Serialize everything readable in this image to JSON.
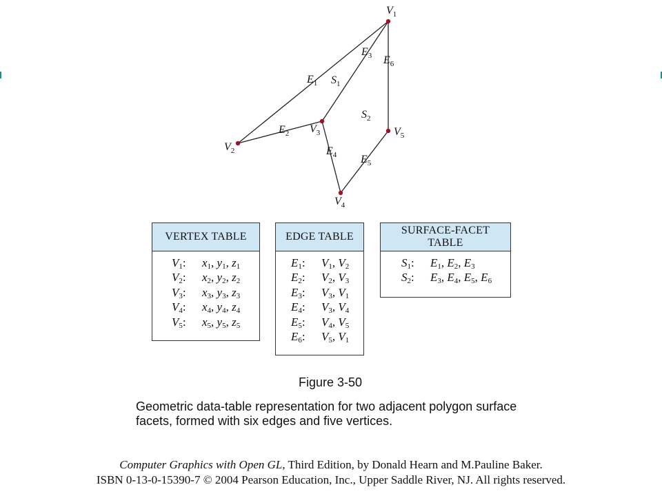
{
  "diagram": {
    "vertices": [
      {
        "letter": "V",
        "sub": "1"
      },
      {
        "letter": "V",
        "sub": "2"
      },
      {
        "letter": "V",
        "sub": "3"
      },
      {
        "letter": "V",
        "sub": "4"
      },
      {
        "letter": "V",
        "sub": "5"
      }
    ],
    "edges": [
      {
        "letter": "E",
        "sub": "1"
      },
      {
        "letter": "E",
        "sub": "2"
      },
      {
        "letter": "E",
        "sub": "3"
      },
      {
        "letter": "E",
        "sub": "4"
      },
      {
        "letter": "E",
        "sub": "5"
      },
      {
        "letter": "E",
        "sub": "6"
      }
    ],
    "surfaces": [
      {
        "letter": "S",
        "sub": "1"
      },
      {
        "letter": "S",
        "sub": "2"
      }
    ],
    "point_color": "#a0102a",
    "line_color": "#222222"
  },
  "vertex_table": {
    "title": "VERTEX TABLE",
    "rows": [
      {
        "k": "V",
        "ks": "1",
        "v": [
          [
            "x",
            "1"
          ],
          [
            "y",
            "1"
          ],
          [
            "z",
            "1"
          ]
        ]
      },
      {
        "k": "V",
        "ks": "2",
        "v": [
          [
            "x",
            "2"
          ],
          [
            "y",
            "2"
          ],
          [
            "z",
            "2"
          ]
        ]
      },
      {
        "k": "V",
        "ks": "3",
        "v": [
          [
            "x",
            "3"
          ],
          [
            "y",
            "3"
          ],
          [
            "z",
            "3"
          ]
        ]
      },
      {
        "k": "V",
        "ks": "4",
        "v": [
          [
            "x",
            "4"
          ],
          [
            "y",
            "4"
          ],
          [
            "z",
            "4"
          ]
        ]
      },
      {
        "k": "V",
        "ks": "5",
        "v": [
          [
            "x",
            "5"
          ],
          [
            "y",
            "5"
          ],
          [
            "z",
            "5"
          ]
        ]
      }
    ]
  },
  "edge_table": {
    "title": "EDGE TABLE",
    "rows": [
      {
        "k": "E",
        "ks": "1",
        "v": [
          [
            "V",
            "1"
          ],
          [
            "V",
            "2"
          ]
        ]
      },
      {
        "k": "E",
        "ks": "2",
        "v": [
          [
            "V",
            "2"
          ],
          [
            "V",
            "3"
          ]
        ]
      },
      {
        "k": "E",
        "ks": "3",
        "v": [
          [
            "V",
            "3"
          ],
          [
            "V",
            "1"
          ]
        ]
      },
      {
        "k": "E",
        "ks": "4",
        "v": [
          [
            "V",
            "3"
          ],
          [
            "V",
            "4"
          ]
        ]
      },
      {
        "k": "E",
        "ks": "5",
        "v": [
          [
            "V",
            "4"
          ],
          [
            "V",
            "5"
          ]
        ]
      },
      {
        "k": "E",
        "ks": "6",
        "v": [
          [
            "V",
            "5"
          ],
          [
            "V",
            "1"
          ]
        ]
      }
    ]
  },
  "surface_table": {
    "title_line1": "SURFACE-FACET",
    "title_line2": "TABLE",
    "rows": [
      {
        "k": "S",
        "ks": "1",
        "v": [
          [
            "E",
            "1"
          ],
          [
            "E",
            "2"
          ],
          [
            "E",
            "3"
          ]
        ]
      },
      {
        "k": "S",
        "ks": "2",
        "v": [
          [
            "E",
            "3"
          ],
          [
            "E",
            "4"
          ],
          [
            "E",
            "5"
          ],
          [
            "E",
            "6"
          ]
        ]
      }
    ]
  },
  "table_head_color": "#cfe7f5",
  "caption": {
    "title": "Figure 3-50",
    "text": "Geometric data-table representation for two adjacent polygon surface facets, formed with six edges and five vertices."
  },
  "credit": {
    "book": "Computer Graphics with Open GL",
    "rest": ", Third Edition, by Donald Hearn and M.Pauline Baker.",
    "isbn_line": "ISBN 0-13-0-15390-7 © 2004 Pearson Education, Inc., Upper Saddle River, NJ. All rights reserved."
  }
}
